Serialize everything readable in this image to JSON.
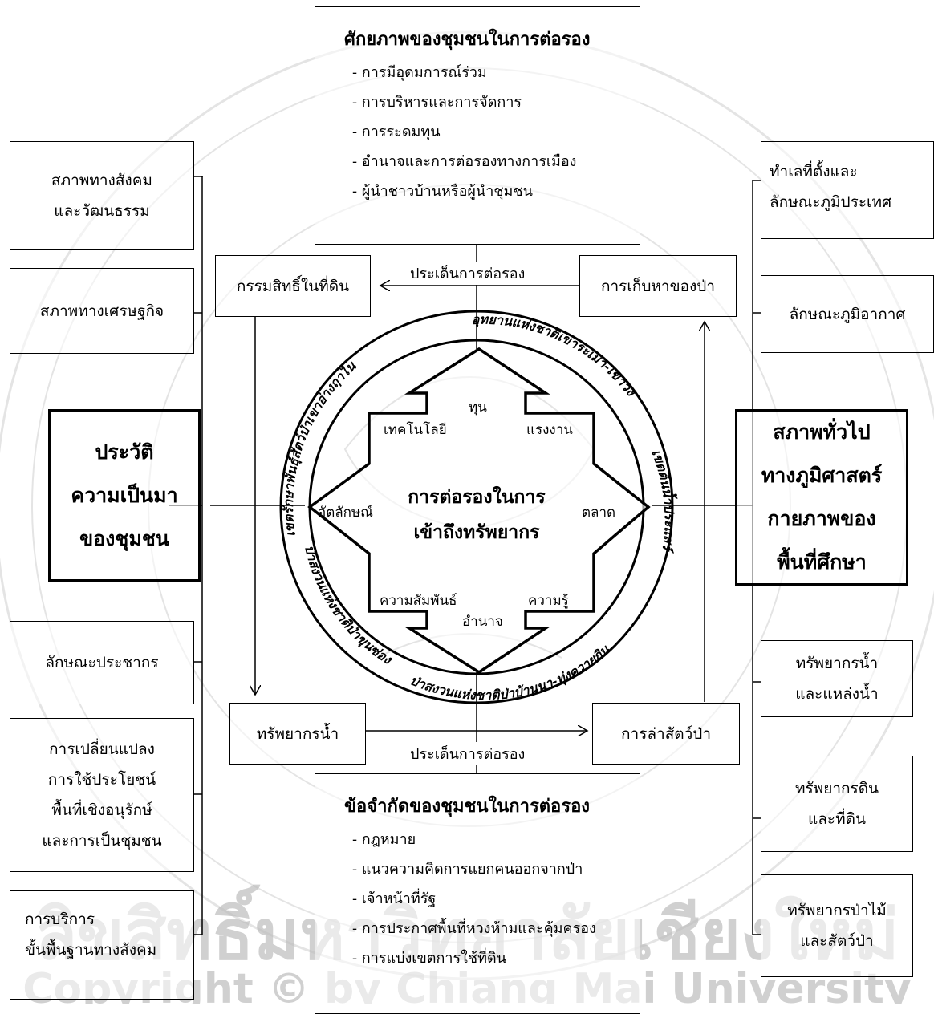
{
  "center": {
    "title": [
      "การต่อรองในการ",
      "เข้าถึงทรัพยากร"
    ],
    "factors": [
      "ทุน",
      "แรงงาน",
      "ตลาด",
      "ความรู้",
      "อำนาจ",
      "ความสัมพันธ์",
      "อัตลักษณ์",
      "เทคโนโลยี"
    ]
  },
  "ring_labels": {
    "top_right": "อุทยานแห่งชาติเขาระเมา-เขาวง",
    "top_left": "เขตรักษาพันธุ์สัตว์ป่าเขาอ่างฤาไน",
    "right": "เขตต้นน้ำประแสร์",
    "bottom_left": "ป่าสงวนแห่งชาติป่าขุนซ่อง",
    "bottom_right": "ป่าสงวนแห่งชาติป่าบ้านนา-ทุ่งควายกิน"
  },
  "top_box": {
    "title": "ศักยภาพของชุมชนในการต่อรอง",
    "items": [
      "- การมีอุดมการณ์ร่วม",
      "- การบริหารและการจัดการ",
      "- การระดมทุน",
      "- อำนาจและการต่อรองทางการเมือง",
      "- ผู้นำชาวบ้านหรือผู้นำชุมชน"
    ]
  },
  "bottom_box": {
    "title": "ข้อจำกัดของชุมชนในการต่อรอง",
    "items": [
      "- กฎหมาย",
      "- แนวความคิดการแยกคนออกจากป่า",
      "- เจ้าหน้าที่รัฐ",
      "- การประกาศพื้นที่หวงห้ามและคุ้มครอง",
      "- การแบ่งเขตการใช้ที่ดิน"
    ]
  },
  "issues": {
    "land_rights": "กรรมสิทธิ์ในที่ดิน",
    "forest_collection": "การเก็บหาของป่า",
    "water_resources": "ทรัพยากรน้ำ",
    "hunting": "การล่าสัตว์ป่า",
    "top_label": "ประเด็นการต่อรอง",
    "bottom_label": "ประเด็นการต่อรอง"
  },
  "left": {
    "main": [
      "ประวัติ",
      "ความเป็นมา",
      "ของชุมชน"
    ],
    "social": [
      "สภาพทางสังคม",
      "และวัฒนธรรม"
    ],
    "economic": [
      "สภาพทางเศรษฐกิจ"
    ],
    "population": [
      "ลักษณะประชากร"
    ],
    "landuse": [
      "การเปลี่ยนแปลง",
      "การใช้ประโยชน์",
      "พื้นที่เชิงอนุรักษ์",
      "และการเป็นชุมชน"
    ],
    "services": [
      "การบริการ",
      "ขั้นพื้นฐานทางสังคม"
    ]
  },
  "right": {
    "main": [
      "สภาพทั่วไป",
      "ทางภูมิศาสตร์",
      "กายภาพของ",
      "พื้นที่ศึกษา"
    ],
    "location": [
      "ทำเลที่ตั้งและ",
      "ลักษณะภูมิประเทศ"
    ],
    "climate": [
      "ลักษณะภูมิอากาศ"
    ],
    "water": [
      "ทรัพยากรน้ำ",
      "และแหล่งน้ำ"
    ],
    "soil": [
      "ทรัพยากรดิน",
      "และที่ดิน"
    ],
    "forest": [
      "ทรัพยากรป่าไม้",
      "และสัตว์ป่า"
    ]
  },
  "watermark": {
    "thai": "ลิขสิทธิ์มหาวิทยาลัยเชียงใหม่",
    "english": "Copyright © by Chiang Mai University",
    "seal_year": "1964",
    "seal_text": "CHIANG MAI UNIVERSITY"
  }
}
